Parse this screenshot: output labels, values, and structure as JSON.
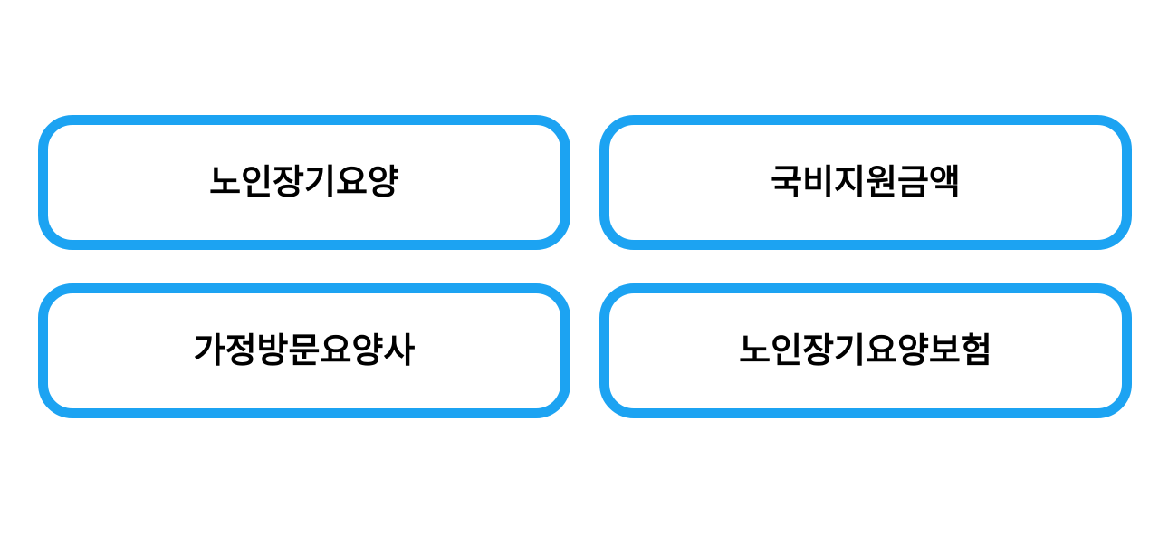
{
  "colors": {
    "accent": "#1CA3F2",
    "button_background": "#ffffff",
    "label_text": "#000000",
    "page_background": "#ffffff"
  },
  "buttons": [
    {
      "label": "노인장기요양"
    },
    {
      "label": "국비지원금액"
    },
    {
      "label": "가정방문요양사"
    },
    {
      "label": "노인장기요양보험"
    }
  ]
}
